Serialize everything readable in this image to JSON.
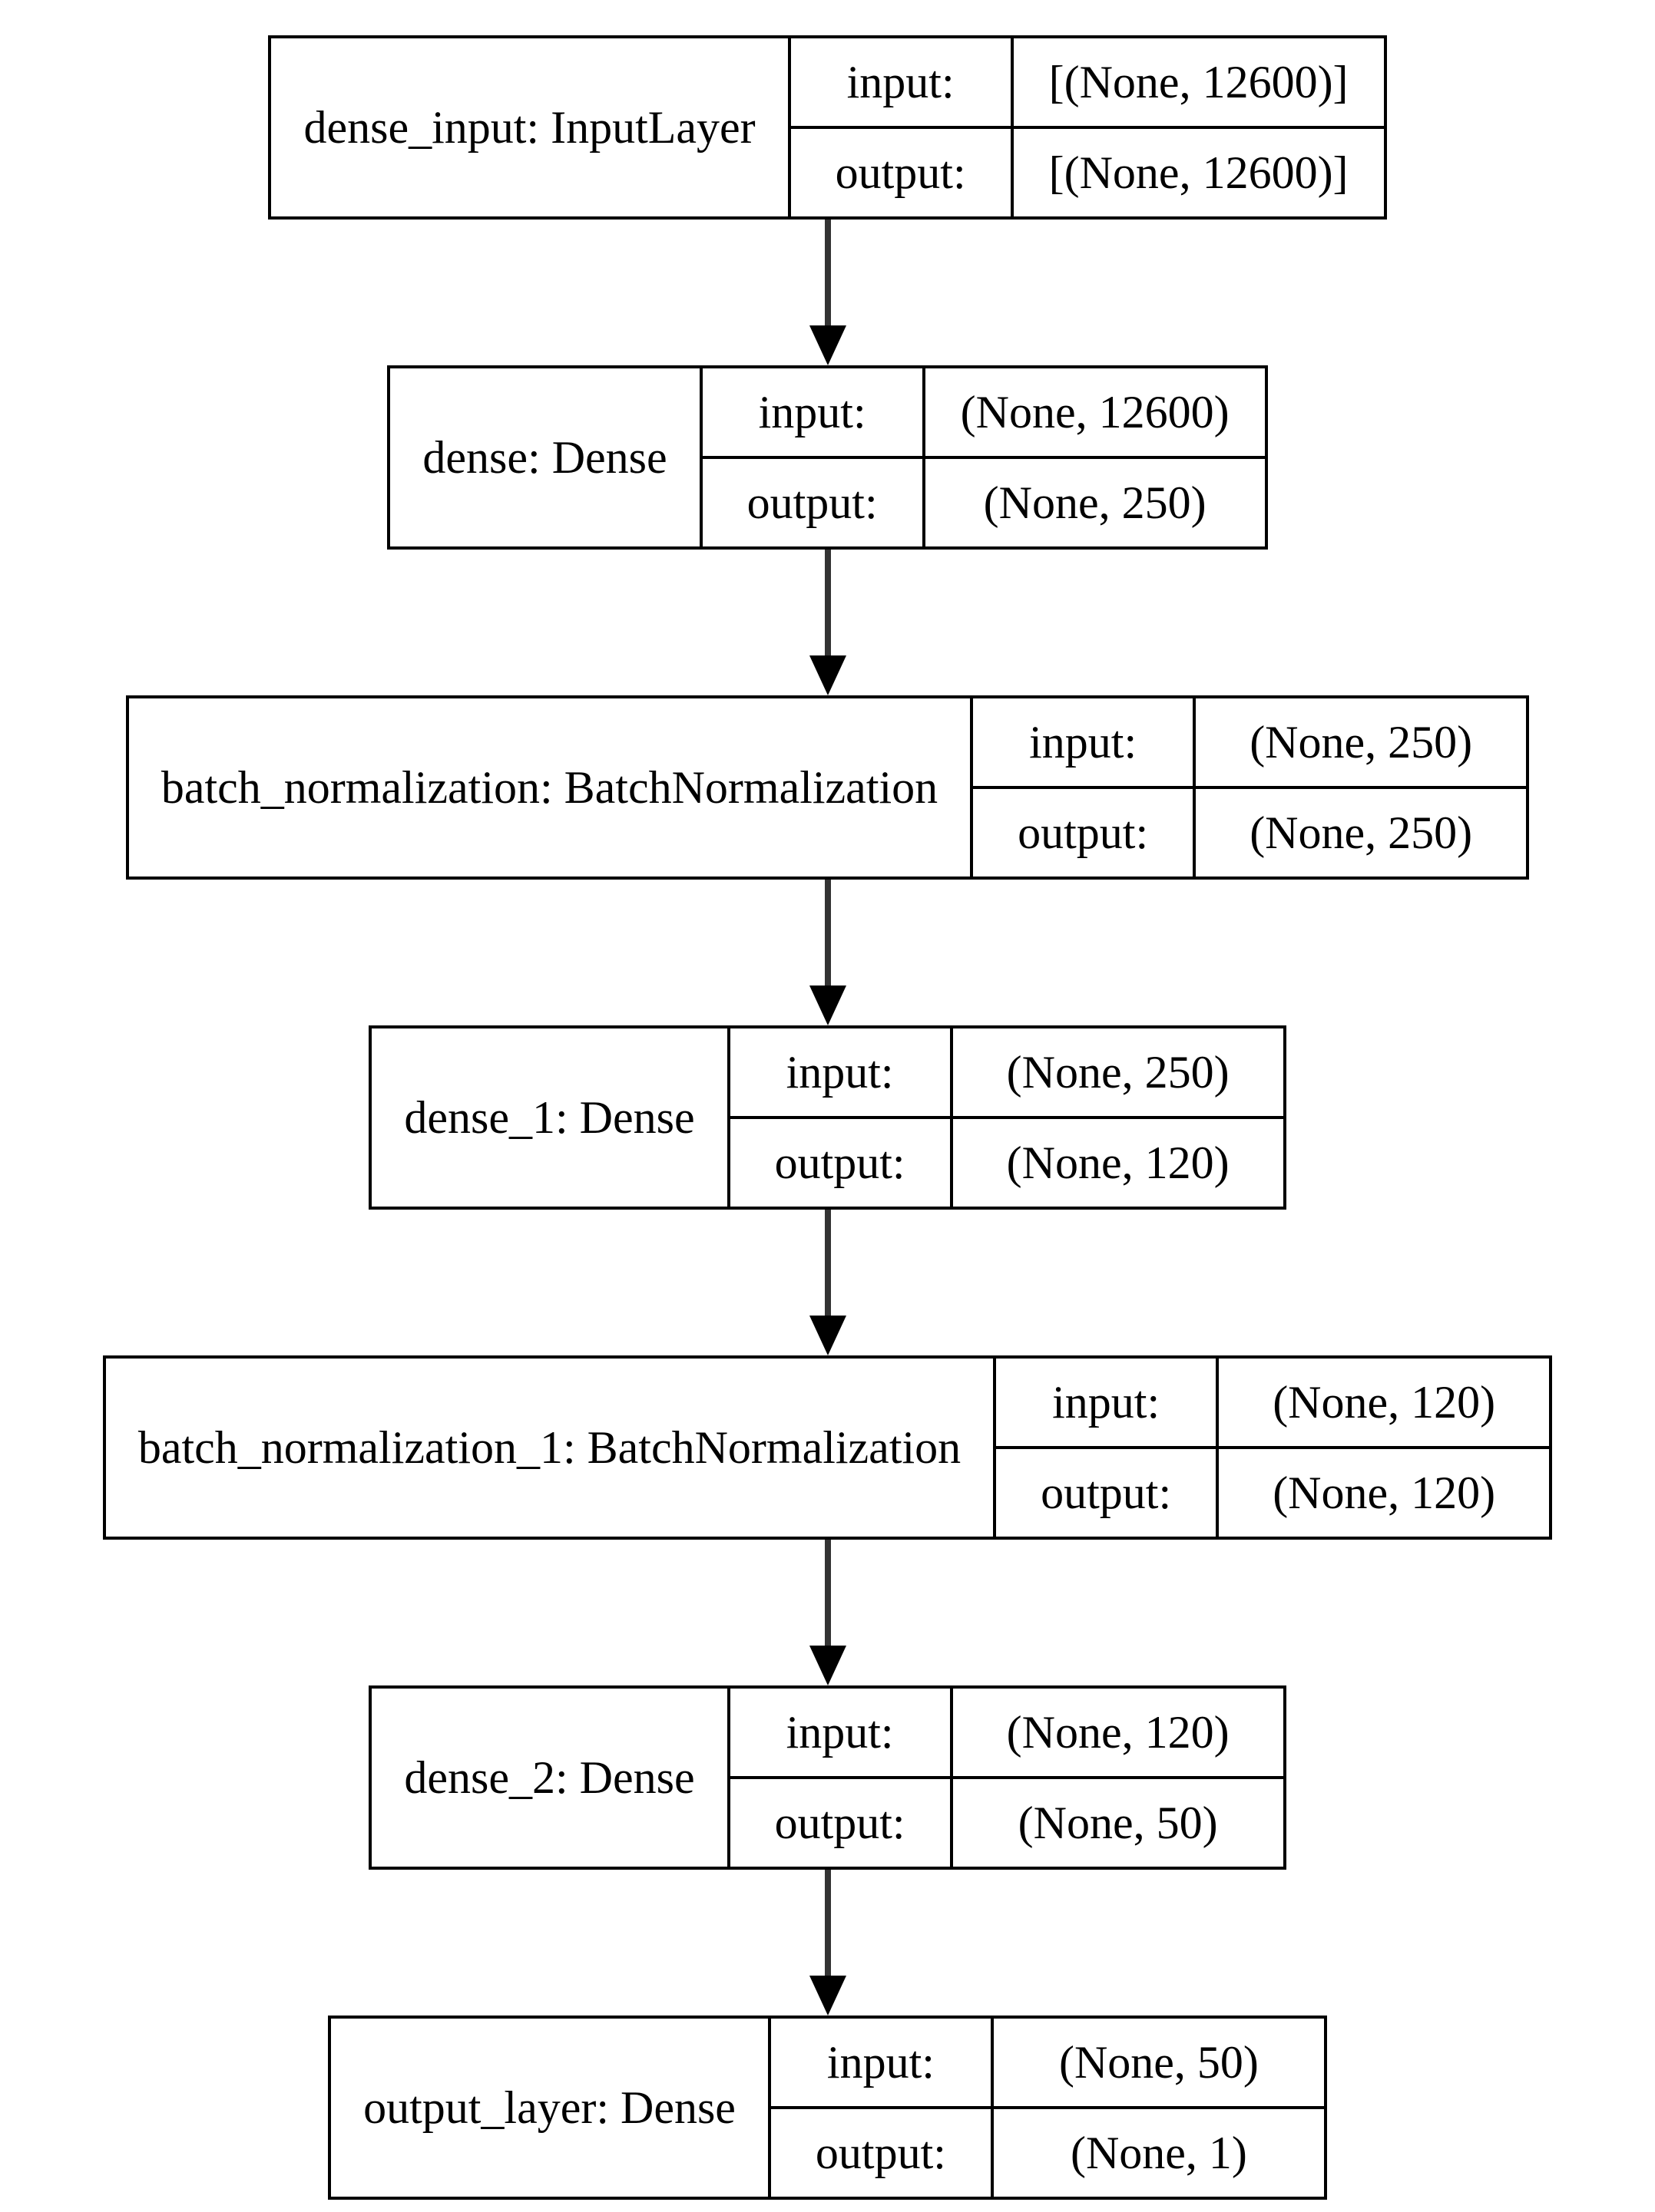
{
  "diagram": {
    "type": "keras-model-plot",
    "colors": {
      "border": "#000000",
      "edge": "#333333",
      "background": "#ffffff",
      "text": "#000000"
    },
    "nodes": [
      {
        "name": "dense_input: InputLayer",
        "input_label": "input:",
        "output_label": "output:",
        "input_shape": "[(None, 12600)]",
        "output_shape": "[(None, 12600)]"
      },
      {
        "name": "dense: Dense",
        "input_label": "input:",
        "output_label": "output:",
        "input_shape": "(None, 12600)",
        "output_shape": "(None, 250)"
      },
      {
        "name": "batch_normalization: BatchNormalization",
        "input_label": "input:",
        "output_label": "output:",
        "input_shape": "(None, 250)",
        "output_shape": "(None, 250)"
      },
      {
        "name": "dense_1: Dense",
        "input_label": "input:",
        "output_label": "output:",
        "input_shape": "(None, 250)",
        "output_shape": "(None, 120)"
      },
      {
        "name": "batch_normalization_1: BatchNormalization",
        "input_label": "input:",
        "output_label": "output:",
        "input_shape": "(None, 120)",
        "output_shape": "(None, 120)"
      },
      {
        "name": "dense_2: Dense",
        "input_label": "input:",
        "output_label": "output:",
        "input_shape": "(None, 120)",
        "output_shape": "(None, 50)"
      },
      {
        "name": "output_layer: Dense",
        "input_label": "input:",
        "output_label": "output:",
        "input_shape": "(None, 50)",
        "output_shape": "(None, 1)"
      }
    ],
    "edges": [
      {
        "from": "dense_input: InputLayer",
        "to": "dense: Dense"
      },
      {
        "from": "dense: Dense",
        "to": "batch_normalization: BatchNormalization"
      },
      {
        "from": "batch_normalization: BatchNormalization",
        "to": "dense_1: Dense"
      },
      {
        "from": "dense_1: Dense",
        "to": "batch_normalization_1: BatchNormalization"
      },
      {
        "from": "batch_normalization_1: BatchNormalization",
        "to": "dense_2: Dense"
      },
      {
        "from": "dense_2: Dense",
        "to": "output_layer: Dense"
      }
    ]
  }
}
